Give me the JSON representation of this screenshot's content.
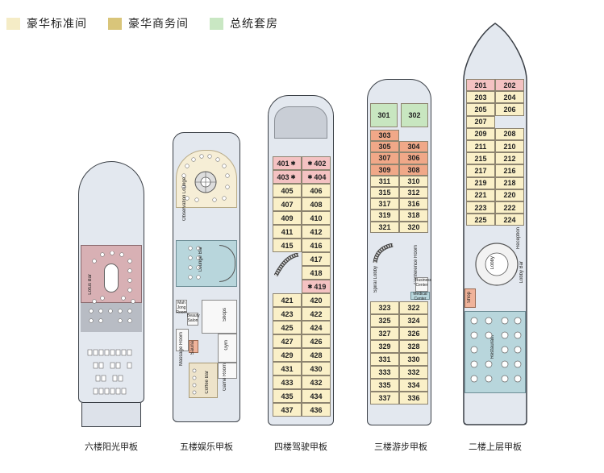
{
  "legend": [
    {
      "label": "豪华标准间",
      "color": "#f5ecc6"
    },
    {
      "label": "豪华商务间",
      "color": "#d9c57a"
    },
    {
      "label": "总统套房",
      "color": "#c9e7c3"
    }
  ],
  "decks": {
    "six": {
      "label": "六楼阳光甲板",
      "lotus_bar": "Lotus Bar"
    },
    "five": {
      "label": "五楼娱乐甲板",
      "observation_lounge": "Observation Lounge",
      "lounge_bar": "Lounge Bar",
      "shops": "Shops",
      "mahjong": "Mah Jong Room",
      "beauty_salon": "Beauty Salon",
      "massage_room": "Massage Room",
      "sauna": "Sauna",
      "gym": "Gym",
      "game_room": "Game Room",
      "coffee_bar": "Coffee Bar"
    },
    "four": {
      "label": "四楼驾驶甲板",
      "rooms_left": [
        "401",
        "403",
        "405",
        "407",
        "409",
        "411",
        "415",
        "",
        "",
        "",
        "421",
        "423",
        "425",
        "427",
        "429",
        "431",
        "433",
        "435",
        "437"
      ],
      "rooms_right": [
        "402",
        "404",
        "406",
        "408",
        "410",
        "412",
        "416",
        "417",
        "418",
        "419",
        "420",
        "422",
        "424",
        "426",
        "428",
        "430",
        "432",
        "434",
        "436"
      ]
    },
    "three": {
      "label": "三楼游步甲板",
      "suites": [
        "301",
        "302"
      ],
      "rooms_left_top": [
        "303",
        "305",
        "307",
        "309",
        "311",
        "315",
        "317",
        "319",
        "321"
      ],
      "rooms_right_top": [
        "",
        "304",
        "306",
        "308",
        "310",
        "312",
        "316",
        "318",
        "320"
      ],
      "rooms_left_bottom": [
        "323",
        "325",
        "327",
        "329",
        "331",
        "333",
        "335",
        "337"
      ],
      "rooms_right_bottom": [
        "322",
        "324",
        "326",
        "328",
        "330",
        "332",
        "334",
        "336"
      ],
      "spiral_lobby": "Spiral Lobby",
      "conference_room": "Conference Room",
      "business_center": "Business Center",
      "medical_center": "Medical Center"
    },
    "two": {
      "label": "二楼上层甲板",
      "rooms_left": [
        "201",
        "203",
        "205",
        "207",
        "209",
        "211",
        "215",
        "217",
        "219",
        "221",
        "223",
        "225"
      ],
      "rooms_right": [
        "202",
        "204",
        "206",
        "",
        "208",
        "210",
        "212",
        "216",
        "218",
        "220",
        "222",
        "224"
      ],
      "lobby": "Lobby",
      "reception": "Reception",
      "lobby_bar": "Lobby Bar",
      "shop": "Shop",
      "restaurant": "Restaurant"
    }
  }
}
